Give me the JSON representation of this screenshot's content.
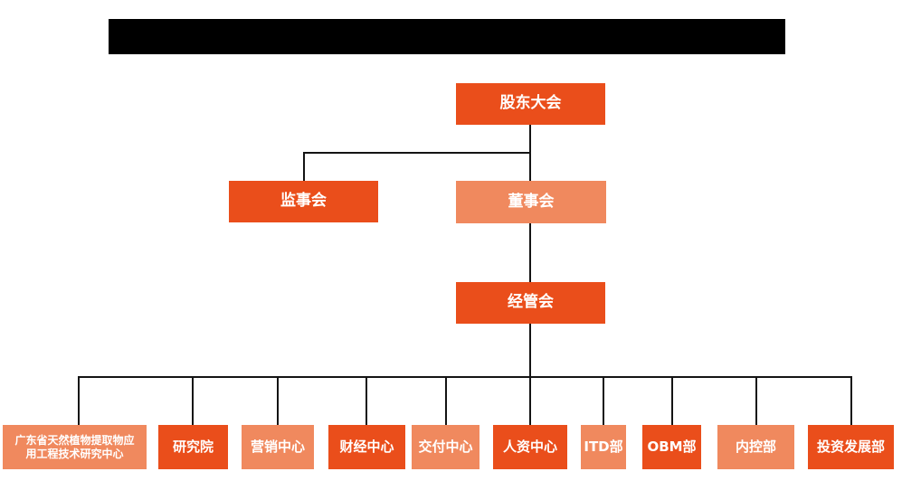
{
  "colors": {
    "primary": "#EA4E1B",
    "secondary": "#F0895E",
    "connector": "#141414",
    "background": "#FFFFFF",
    "node_text": "#FFFFFF",
    "redacted_bar": "#000000"
  },
  "title_bar": {
    "color": "#000000"
  },
  "org_chart": {
    "nodes": {
      "shareholders_meeting": "股东大会",
      "supervisory_board": "监事会",
      "board_of_directors": "董事会",
      "management_committee": "经管会",
      "research_center_line1": "广东省天然植物提取物应",
      "research_center_line2": "用工程技术研究中心",
      "research_institute": "研究院",
      "marketing_center": "营销中心",
      "finance_center": "财经中心",
      "delivery_center": "交付中心",
      "hr_center": "人资中心",
      "itd_dept": "ITD部",
      "obm_dept": "OBM部",
      "internal_control_dept": "内控部",
      "investment_dev_dept": "投资发展部"
    }
  }
}
